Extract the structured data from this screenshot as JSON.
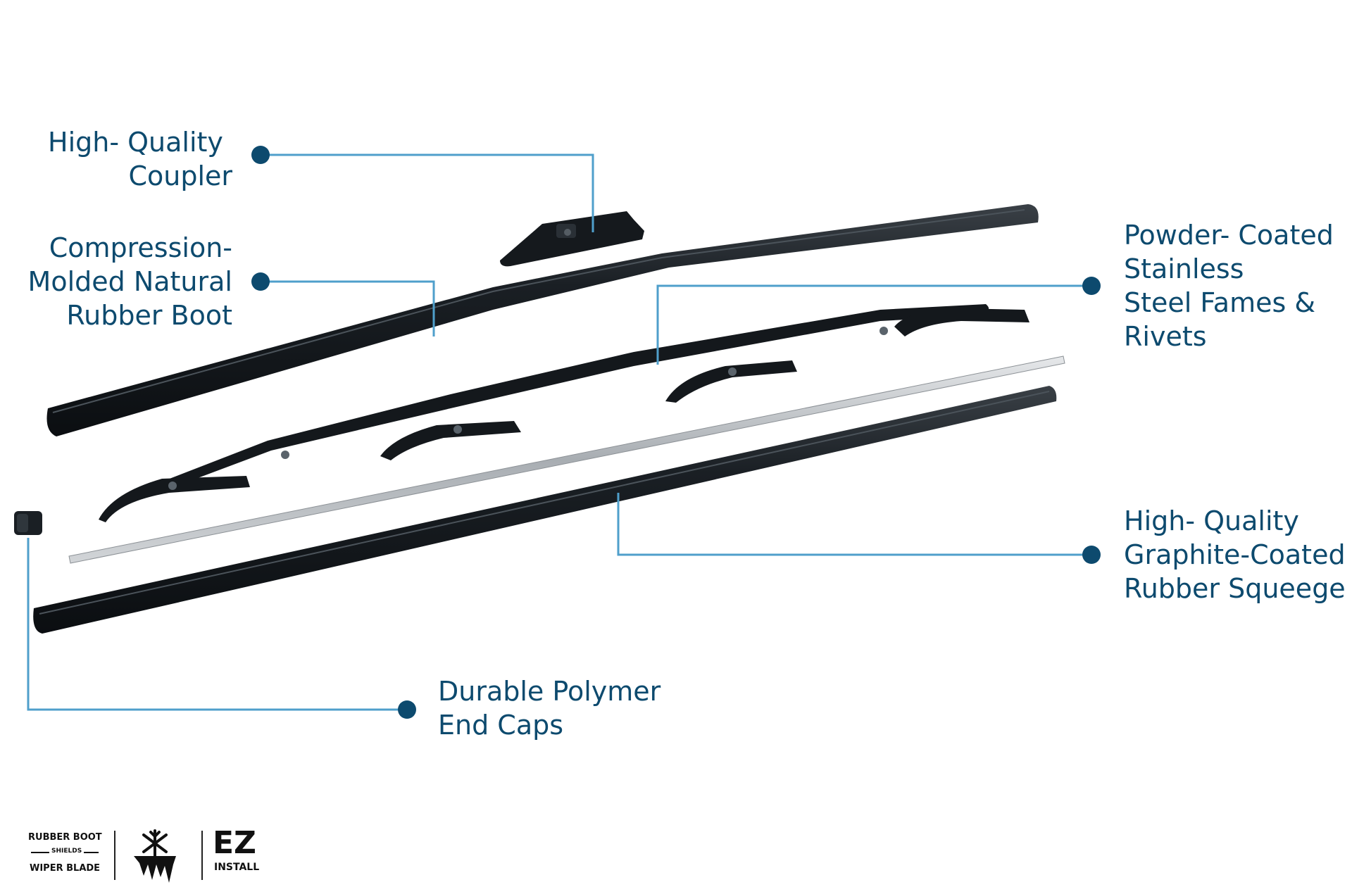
{
  "colors": {
    "accent": "#0d4a6e",
    "leader_line": "#6ab8e0",
    "part": "#151a1e",
    "steel": "#b8bcbf",
    "background": "#ffffff"
  },
  "callouts": {
    "coupler": [
      "High- Quality",
      "Coupler"
    ],
    "boot": [
      "Compression-",
      "Molded Natural",
      "Rubber Boot"
    ],
    "frame": [
      "Powder- Coated",
      "Stainless",
      "Steel Fames &",
      "Rivets"
    ],
    "squeegee": [
      "High- Quality",
      "Graphite-Coated",
      "Rubber Squeege"
    ],
    "endcaps": [
      "Durable Polymer",
      "End Caps"
    ]
  },
  "badges": {
    "rubber_boot": {
      "top": "RUBBER BOOT",
      "middle": "SHIELDS",
      "bottom": "WIPER BLADE"
    },
    "winter": {
      "icon": "snowflake-ice-icon"
    },
    "ez": {
      "big": "EZ",
      "small": "INSTALL"
    }
  }
}
